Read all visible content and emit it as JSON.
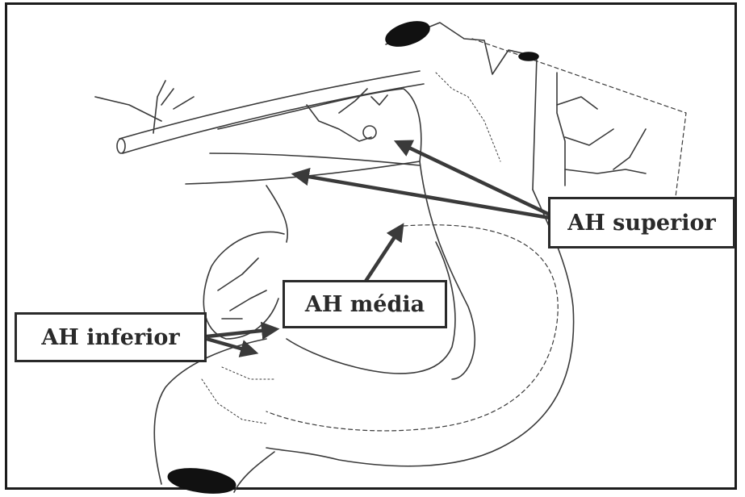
{
  "labels": {
    "superior": "AH superior",
    "media": "AH média",
    "inferior": "AH inferior"
  },
  "colors": {
    "outline": "#2a2a2a",
    "arrow": "#3a3a3a",
    "background": "#ffffff"
  }
}
